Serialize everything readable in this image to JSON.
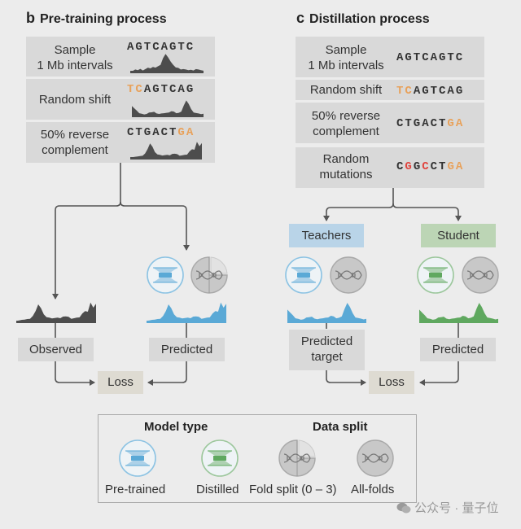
{
  "colors": {
    "background": "#ececec",
    "box": "#d9d9d9",
    "loss_box": "#dedbd2",
    "teachers_box": "#b9d4e8",
    "student_box": "#bcd5b5",
    "track_dark": "#4d4d4d",
    "track_blue": "#5aa9d6",
    "track_green": "#5fa85f",
    "seq_orange": "#e8a15a",
    "seq_red": "#e0453f",
    "arrow": "#555555"
  },
  "panel_b": {
    "letter": "b",
    "title": "Pre-training process",
    "steps": [
      {
        "label_lines": [
          "Sample",
          "1 Mb intervals"
        ],
        "sequence": [
          {
            "t": "AGTCAGTC",
            "c": "normal"
          }
        ]
      },
      {
        "label_lines": [
          "Random shift"
        ],
        "sequence": [
          {
            "t": "TC",
            "c": "orange"
          },
          {
            "t": "AGTCAG",
            "c": "normal"
          }
        ]
      },
      {
        "label_lines": [
          "50% reverse",
          "complement"
        ],
        "sequence": [
          {
            "t": "CTGACT",
            "c": "normal"
          },
          {
            "t": "GA",
            "c": "orange"
          }
        ]
      }
    ],
    "observed_label": "Observed",
    "predicted_label": "Predicted",
    "loss_label": "Loss"
  },
  "panel_c": {
    "letter": "c",
    "title": "Distillation process",
    "steps": [
      {
        "label_lines": [
          "Sample",
          "1 Mb intervals"
        ],
        "sequence": [
          {
            "t": "AGTCAGTC",
            "c": "normal"
          }
        ]
      },
      {
        "label_lines": [
          "Random shift"
        ],
        "sequence": [
          {
            "t": "TC",
            "c": "orange"
          },
          {
            "t": "AGTCAG",
            "c": "normal"
          }
        ]
      },
      {
        "label_lines": [
          "50% reverse",
          "complement"
        ],
        "sequence": [
          {
            "t": "CTGACT",
            "c": "normal"
          },
          {
            "t": "GA",
            "c": "orange"
          }
        ]
      },
      {
        "label_lines": [
          "Random",
          "mutations"
        ],
        "sequence": [
          {
            "t": "C",
            "c": "normal"
          },
          {
            "t": "G",
            "c": "red"
          },
          {
            "t": "G",
            "c": "normal"
          },
          {
            "t": "C",
            "c": "red"
          },
          {
            "t": "CT",
            "c": "normal"
          },
          {
            "t": "GA",
            "c": "orange"
          }
        ]
      }
    ],
    "teachers_label": "Teachers",
    "student_label": "Student",
    "predicted_target_lines": [
      "Predicted",
      "target"
    ],
    "predicted_label": "Predicted",
    "loss_label": "Loss"
  },
  "legend": {
    "model_type_heading": "Model type",
    "data_split_heading": "Data split",
    "items": [
      {
        "label": "Pre-trained",
        "icon": "pretrained-model-icon"
      },
      {
        "label": "Distilled",
        "icon": "distilled-model-icon"
      },
      {
        "label": "Fold split (0 – 3)",
        "icon": "fold-split-dna-icon"
      },
      {
        "label": "All-folds",
        "icon": "all-folds-dna-icon"
      }
    ]
  },
  "watermark": {
    "text": "公众号 · 量子位",
    "icon": "wechat-icon"
  }
}
